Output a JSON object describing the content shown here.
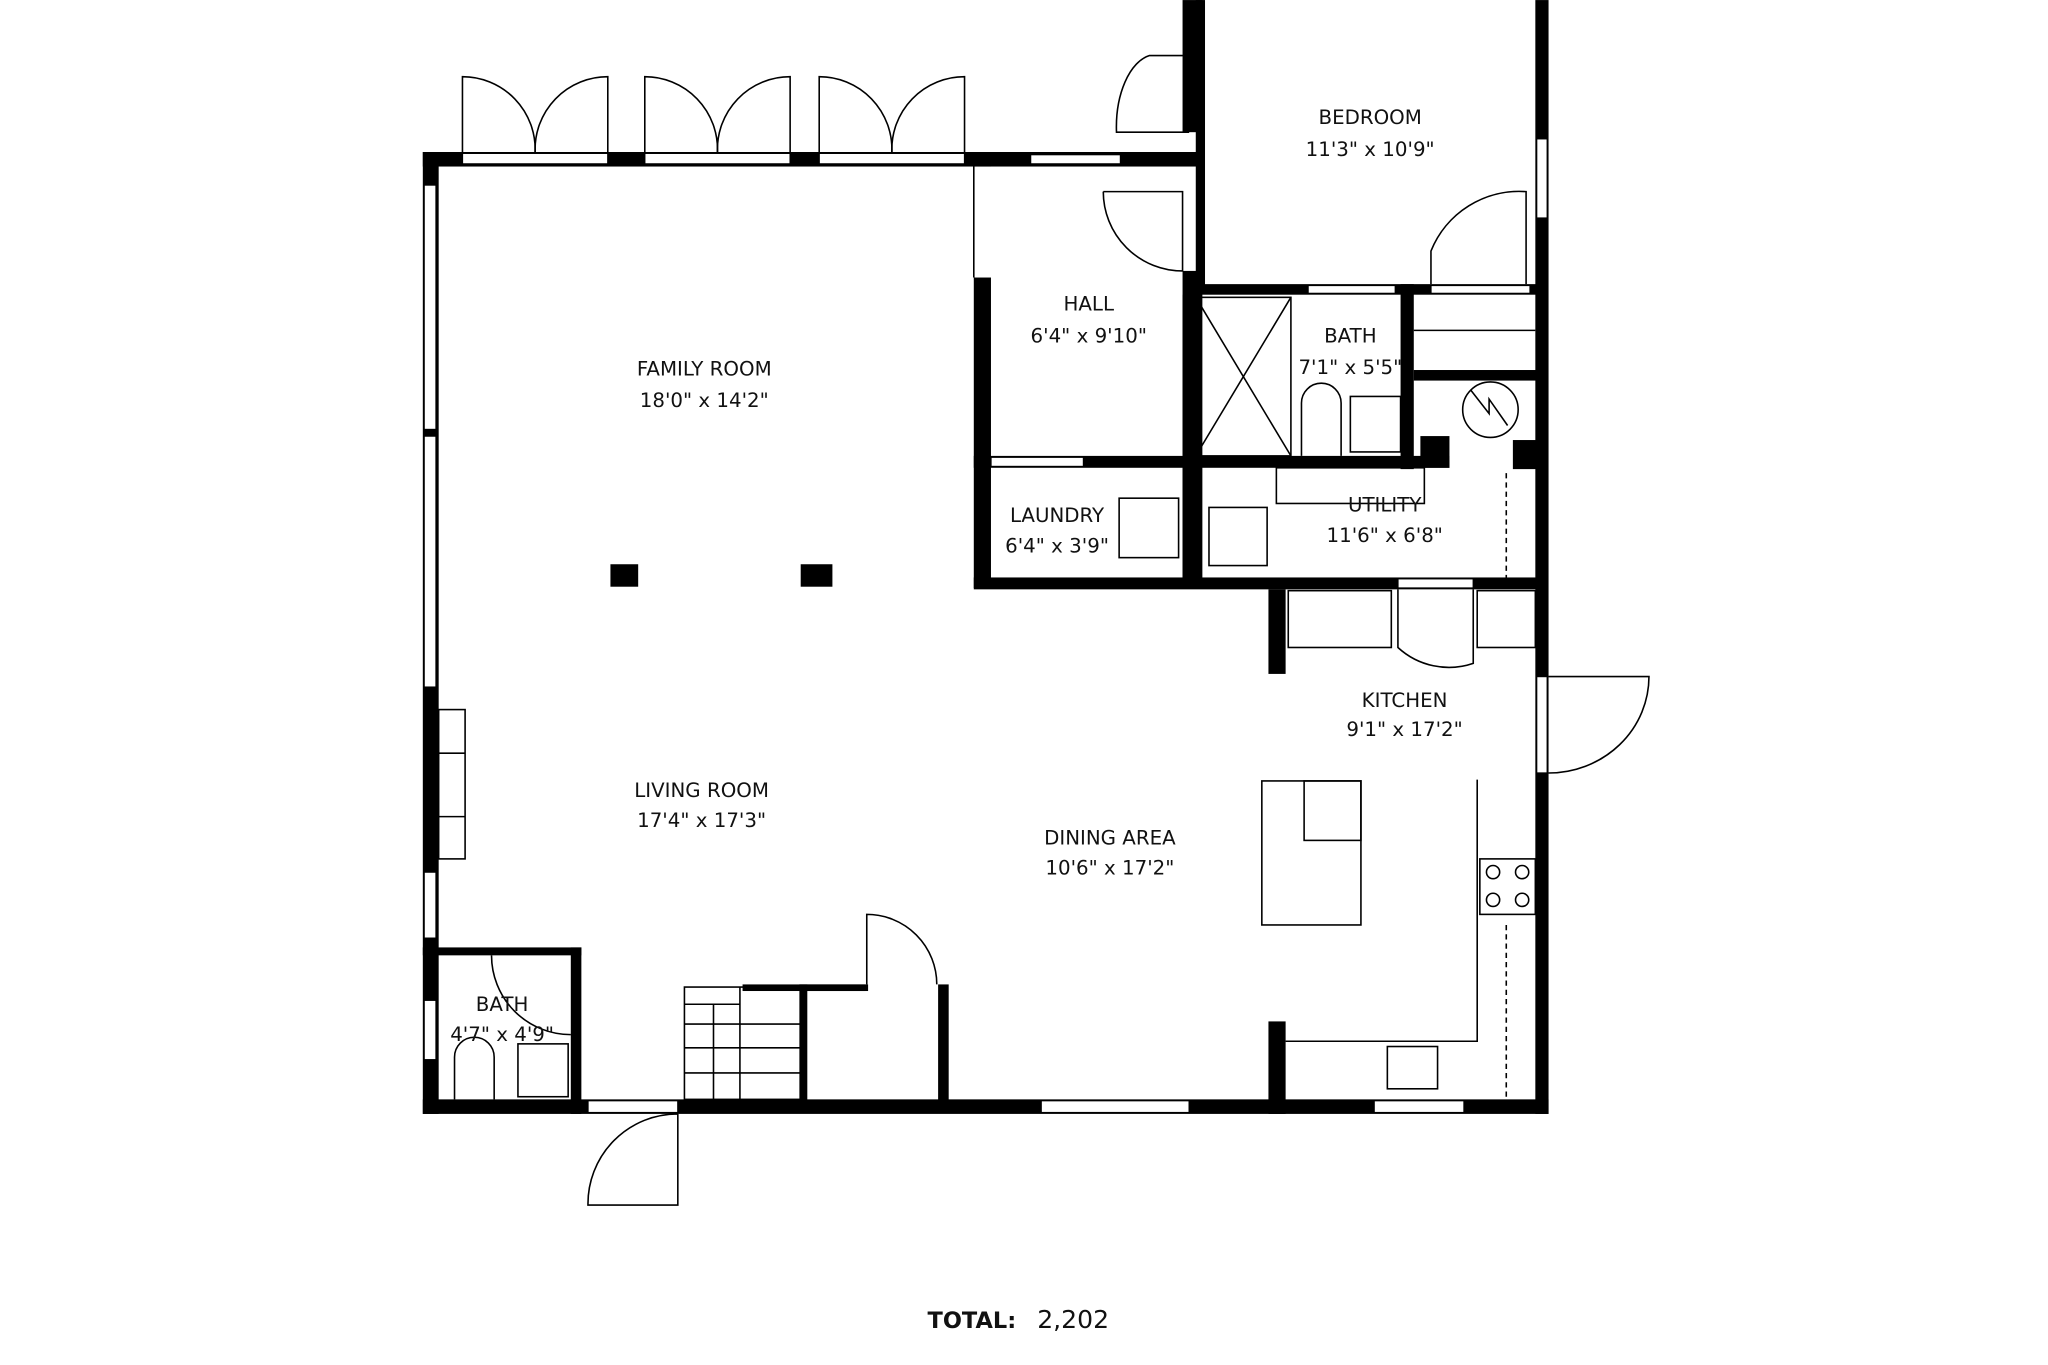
{
  "rooms": [
    {
      "name": "BEDROOM",
      "size": "11'3\" x 10'9\""
    },
    {
      "name": "HALL",
      "size": "6'4\" x 9'10\""
    },
    {
      "name": "BATH",
      "size": "7'1\" x 5'5\""
    },
    {
      "name": "FAMILY ROOM",
      "size": "18'0\" x 14'2\""
    },
    {
      "name": "LAUNDRY",
      "size": "6'4\" x 3'9\""
    },
    {
      "name": "UTILITY",
      "size": "11'6\" x 6'8\""
    },
    {
      "name": "KITCHEN",
      "size": "9'1\" x 17'2\""
    },
    {
      "name": "LIVING ROOM",
      "size": "17'4\" x 17'3\""
    },
    {
      "name": "DINING AREA",
      "size": "10'6\" x 17'2\""
    },
    {
      "name": "BATH",
      "size": "4'7\" x 4'9\""
    }
  ],
  "total": {
    "label": "TOTAL:",
    "value": "2,202"
  }
}
